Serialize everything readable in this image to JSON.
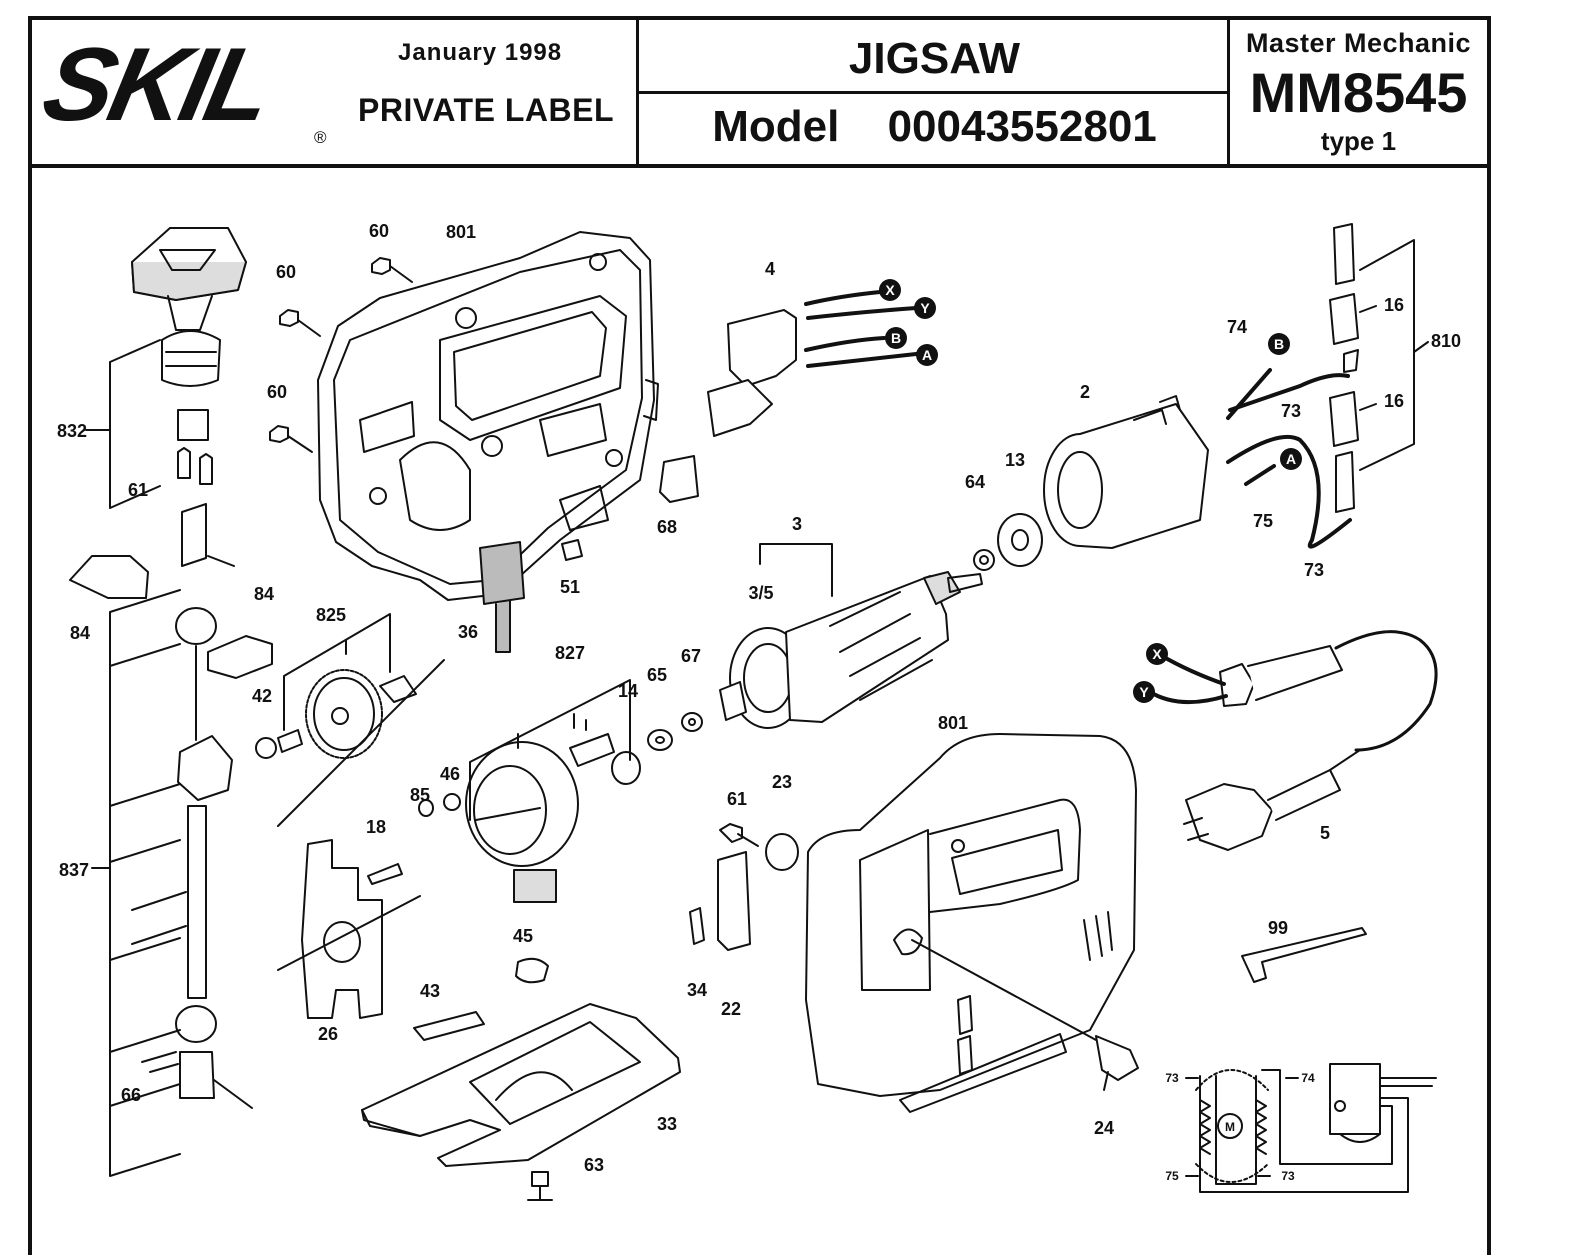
{
  "header": {
    "brand_logo": "SKIL",
    "registered_mark": "®",
    "date": "January  1998",
    "label": "PRIVATE LABEL",
    "product": "JIGSAW",
    "model_label": "Model",
    "model_number": "00043552801",
    "brand_line": "Master Mechanic",
    "model_code": "MM8545",
    "type": "type 1"
  },
  "callouts": {
    "c832": "832",
    "c61a": "61",
    "c84a": "84",
    "c84b": "84",
    "c837": "837",
    "c66": "66",
    "c60a": "60",
    "c60b": "60",
    "c60c": "60",
    "c801a": "801",
    "c825": "825",
    "c42": "42",
    "c36": "36",
    "c51": "51",
    "c68": "68",
    "c4": "4",
    "c827": "827",
    "c14": "14",
    "c65": "65",
    "c67": "67",
    "c46": "46",
    "c85": "85",
    "c18": "18",
    "c26": "26",
    "c45": "45",
    "c43": "43",
    "c33": "33",
    "c63": "63",
    "c61b": "61",
    "c23": "23",
    "c34": "34",
    "c22": "22",
    "c801b": "801",
    "c24": "24",
    "c3": "3",
    "c35": "3/5",
    "c64": "64",
    "c13": "13",
    "c2": "2",
    "c74": "74",
    "c73a": "73",
    "c75": "75",
    "c73b": "73",
    "c16a": "16",
    "c16b": "16",
    "c810": "810",
    "c5": "5",
    "c99": "99"
  },
  "wire_markers": {
    "x": "X",
    "y": "Y",
    "a": "A",
    "b": "B"
  },
  "schematic": {
    "l73a": "73",
    "l74": "74",
    "l75": "75",
    "l73b": "73",
    "motor": "M"
  }
}
